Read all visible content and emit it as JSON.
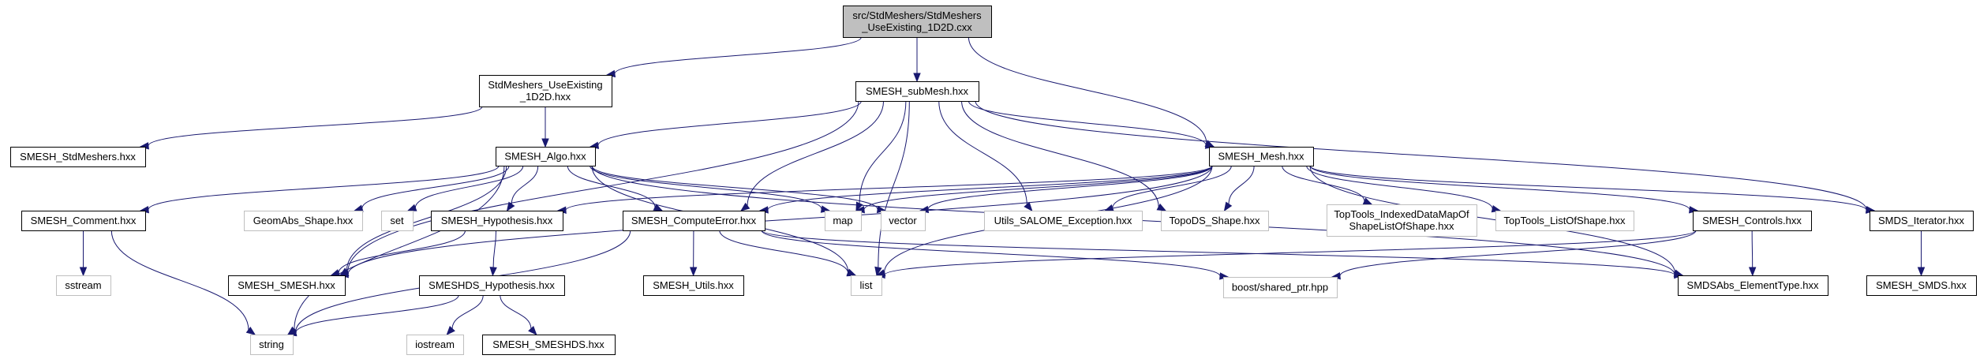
{
  "title": "src/StdMeshers/StdMeshers_UseExisting_1D2D.cxx include dependency graph",
  "colors": {
    "edge": "#191970",
    "root_fill": "#bfbfbf",
    "documented_border": "#000000",
    "undocumented_border": "#bfbfbf"
  },
  "nodes": [
    {
      "id": "root",
      "lines": [
        "src/StdMeshers/StdMeshers",
        "_UseExisting_1D2D.cxx"
      ],
      "style": "root"
    },
    {
      "id": "usex",
      "lines": [
        "StdMeshers_UseExisting",
        "_1D2D.hxx"
      ],
      "style": "black"
    },
    {
      "id": "submesh",
      "lines": [
        "SMESH_subMesh.hxx"
      ],
      "style": "black"
    },
    {
      "id": "stdmeshers",
      "lines": [
        "SMESH_StdMeshers.hxx"
      ],
      "style": "black"
    },
    {
      "id": "algo",
      "lines": [
        "SMESH_Algo.hxx"
      ],
      "style": "black"
    },
    {
      "id": "mesh",
      "lines": [
        "SMESH_Mesh.hxx"
      ],
      "style": "black"
    },
    {
      "id": "comment",
      "lines": [
        "SMESH_Comment.hxx"
      ],
      "style": "black"
    },
    {
      "id": "geomabs",
      "lines": [
        "GeomAbs_Shape.hxx"
      ],
      "style": "gray"
    },
    {
      "id": "set",
      "lines": [
        "set"
      ],
      "style": "gray"
    },
    {
      "id": "hyp",
      "lines": [
        "SMESH_Hypothesis.hxx"
      ],
      "style": "black"
    },
    {
      "id": "comperr",
      "lines": [
        "SMESH_ComputeError.hxx"
      ],
      "style": "black"
    },
    {
      "id": "map",
      "lines": [
        "map"
      ],
      "style": "gray"
    },
    {
      "id": "vector",
      "lines": [
        "vector"
      ],
      "style": "gray"
    },
    {
      "id": "utilsexc",
      "lines": [
        "Utils_SALOME_Exception.hxx"
      ],
      "style": "gray"
    },
    {
      "id": "topods",
      "lines": [
        "TopoDS_Shape.hxx"
      ],
      "style": "gray"
    },
    {
      "id": "toptoolsidx",
      "lines": [
        "TopTools_IndexedDataMapOf",
        "ShapeListOfShape.hxx"
      ],
      "style": "gray"
    },
    {
      "id": "toptoolslist",
      "lines": [
        "TopTools_ListOfShape.hxx"
      ],
      "style": "gray"
    },
    {
      "id": "controls",
      "lines": [
        "SMESH_Controls.hxx"
      ],
      "style": "black"
    },
    {
      "id": "smdsiter",
      "lines": [
        "SMDS_Iterator.hxx"
      ],
      "style": "black"
    },
    {
      "id": "sstream",
      "lines": [
        "sstream"
      ],
      "style": "gray"
    },
    {
      "id": "smeshsmesh",
      "lines": [
        "SMESH_SMESH.hxx"
      ],
      "style": "black"
    },
    {
      "id": "smeshdshyp",
      "lines": [
        "SMESHDS_Hypothesis.hxx"
      ],
      "style": "black"
    },
    {
      "id": "utils",
      "lines": [
        "SMESH_Utils.hxx"
      ],
      "style": "black"
    },
    {
      "id": "list",
      "lines": [
        "list"
      ],
      "style": "gray"
    },
    {
      "id": "boost",
      "lines": [
        "boost/shared_ptr.hpp"
      ],
      "style": "gray"
    },
    {
      "id": "smdsabs",
      "lines": [
        "SMDSAbs_ElementType.hxx"
      ],
      "style": "black"
    },
    {
      "id": "smeshsmds",
      "lines": [
        "SMESH_SMDS.hxx"
      ],
      "style": "black"
    },
    {
      "id": "string",
      "lines": [
        "string"
      ],
      "style": "gray"
    },
    {
      "id": "iostream",
      "lines": [
        "iostream"
      ],
      "style": "gray"
    },
    {
      "id": "smeshsmeshds",
      "lines": [
        "SMESH_SMESHDS.hxx"
      ],
      "style": "black"
    }
  ],
  "edges": [
    [
      "root",
      "usex"
    ],
    [
      "root",
      "submesh"
    ],
    [
      "root",
      "mesh"
    ],
    [
      "usex",
      "stdmeshers"
    ],
    [
      "usex",
      "algo"
    ],
    [
      "submesh",
      "algo"
    ],
    [
      "submesh",
      "smeshsmesh"
    ],
    [
      "submesh",
      "comperr"
    ],
    [
      "submesh",
      "map"
    ],
    [
      "submesh",
      "list"
    ],
    [
      "submesh",
      "utilsexc"
    ],
    [
      "submesh",
      "topods"
    ],
    [
      "submesh",
      "smdsiter"
    ],
    [
      "submesh",
      "mesh"
    ],
    [
      "algo",
      "comment"
    ],
    [
      "algo",
      "geomabs"
    ],
    [
      "algo",
      "set"
    ],
    [
      "algo",
      "hyp"
    ],
    [
      "algo",
      "comperr"
    ],
    [
      "algo",
      "map"
    ],
    [
      "algo",
      "vector"
    ],
    [
      "algo",
      "list"
    ],
    [
      "algo",
      "string"
    ],
    [
      "algo",
      "smeshsmesh"
    ],
    [
      "algo",
      "smdsabs"
    ],
    [
      "mesh",
      "hyp"
    ],
    [
      "mesh",
      "comperr"
    ],
    [
      "mesh",
      "map"
    ],
    [
      "mesh",
      "vector"
    ],
    [
      "mesh",
      "utilsexc"
    ],
    [
      "mesh",
      "topods"
    ],
    [
      "mesh",
      "toptoolsidx"
    ],
    [
      "mesh",
      "toptoolslist"
    ],
    [
      "mesh",
      "controls"
    ],
    [
      "mesh",
      "smdsiter"
    ],
    [
      "mesh",
      "smdsabs"
    ],
    [
      "mesh",
      "list"
    ],
    [
      "mesh",
      "smeshsmesh"
    ],
    [
      "comment",
      "sstream"
    ],
    [
      "comment",
      "string"
    ],
    [
      "hyp",
      "smeshsmesh"
    ],
    [
      "hyp",
      "smeshdshyp"
    ],
    [
      "comperr",
      "utils"
    ],
    [
      "comperr",
      "list"
    ],
    [
      "comperr",
      "boost"
    ],
    [
      "comperr",
      "string"
    ],
    [
      "comperr",
      "smdsabs"
    ],
    [
      "smeshdshyp",
      "string"
    ],
    [
      "smeshdshyp",
      "iostream"
    ],
    [
      "smeshdshyp",
      "smeshsmeshds"
    ],
    [
      "controls",
      "smdsabs"
    ],
    [
      "controls",
      "boost"
    ],
    [
      "controls",
      "list"
    ],
    [
      "smdsiter",
      "smeshsmds"
    ]
  ]
}
